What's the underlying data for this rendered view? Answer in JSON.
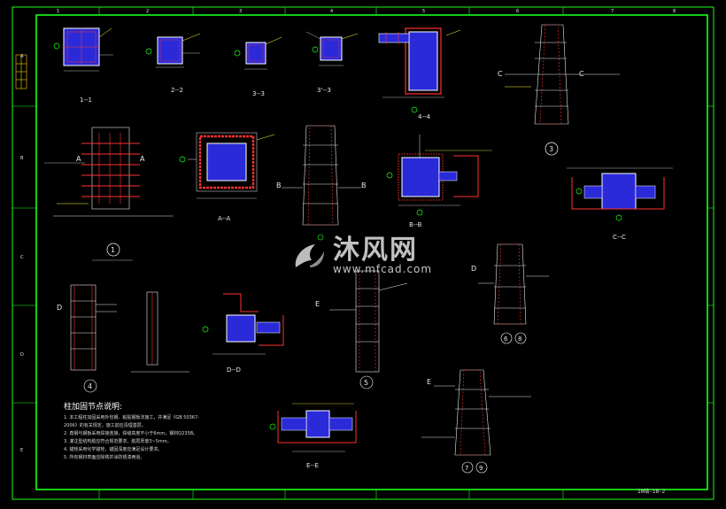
{
  "colors": {
    "frame": "#19ff19",
    "column": "#2a2ad8",
    "rebar": "#ff3030",
    "dim": "#e6e6e6",
    "accent_yellow": "#ffff33",
    "note": "#00e0e0"
  },
  "sections": [
    {
      "id": "s1",
      "label": "1--1"
    },
    {
      "id": "s2",
      "label": "2--2"
    },
    {
      "id": "s3",
      "label": "3--3"
    },
    {
      "id": "s3p",
      "label": "3'--3"
    },
    {
      "id": "s4",
      "label": "4--4"
    },
    {
      "id": "sA",
      "label": "A--A"
    },
    {
      "id": "sB",
      "label": "B--B"
    },
    {
      "id": "sC",
      "label": "C--C"
    },
    {
      "id": "sD",
      "label": "D--D"
    },
    {
      "id": "sE",
      "label": "E--E"
    }
  ],
  "details": [
    {
      "id": "d1",
      "label": "1"
    },
    {
      "id": "d3",
      "label": "3"
    },
    {
      "id": "d4",
      "label": "4"
    },
    {
      "id": "d5",
      "label": "5"
    },
    {
      "id": "d68a",
      "label": "6"
    },
    {
      "id": "d68b",
      "label": "8"
    },
    {
      "id": "d79a",
      "label": "7"
    },
    {
      "id": "d79b",
      "label": "9"
    }
  ],
  "letters": {
    "A": "A",
    "B": "B",
    "C": "C",
    "D": "D",
    "E": "E"
  },
  "grid": {
    "rows": [
      "A",
      "B",
      "C",
      "D",
      "E"
    ],
    "cols": [
      "1",
      "2",
      "3",
      "4",
      "5",
      "6",
      "7",
      "8"
    ]
  },
  "watermark": {
    "brand": "沐风网",
    "url": "www.mfcad.com"
  },
  "notes": {
    "title": "柱加固节点说明:",
    "lines": [
      "1. 本工程柱加固采用外包钢、粘贴钢板法施工，并满足《GB 50367-",
      "   2006》的有关规定，施工前应清理基层。",
      "2. 角钢与钢板采用焊接连接，焊缝高度不小于6mm，钢材Q235B。",
      "3. 灌注型结构胶应符合规范要求，胶层厚度3~5mm。",
      "4. 锚栓采用化学锚栓，锚固深度应满足设计要求。",
      "5. 所有钢材表面应除锈并涂防锈漆两道。"
    ]
  },
  "sheet_number": "10结-18-2"
}
